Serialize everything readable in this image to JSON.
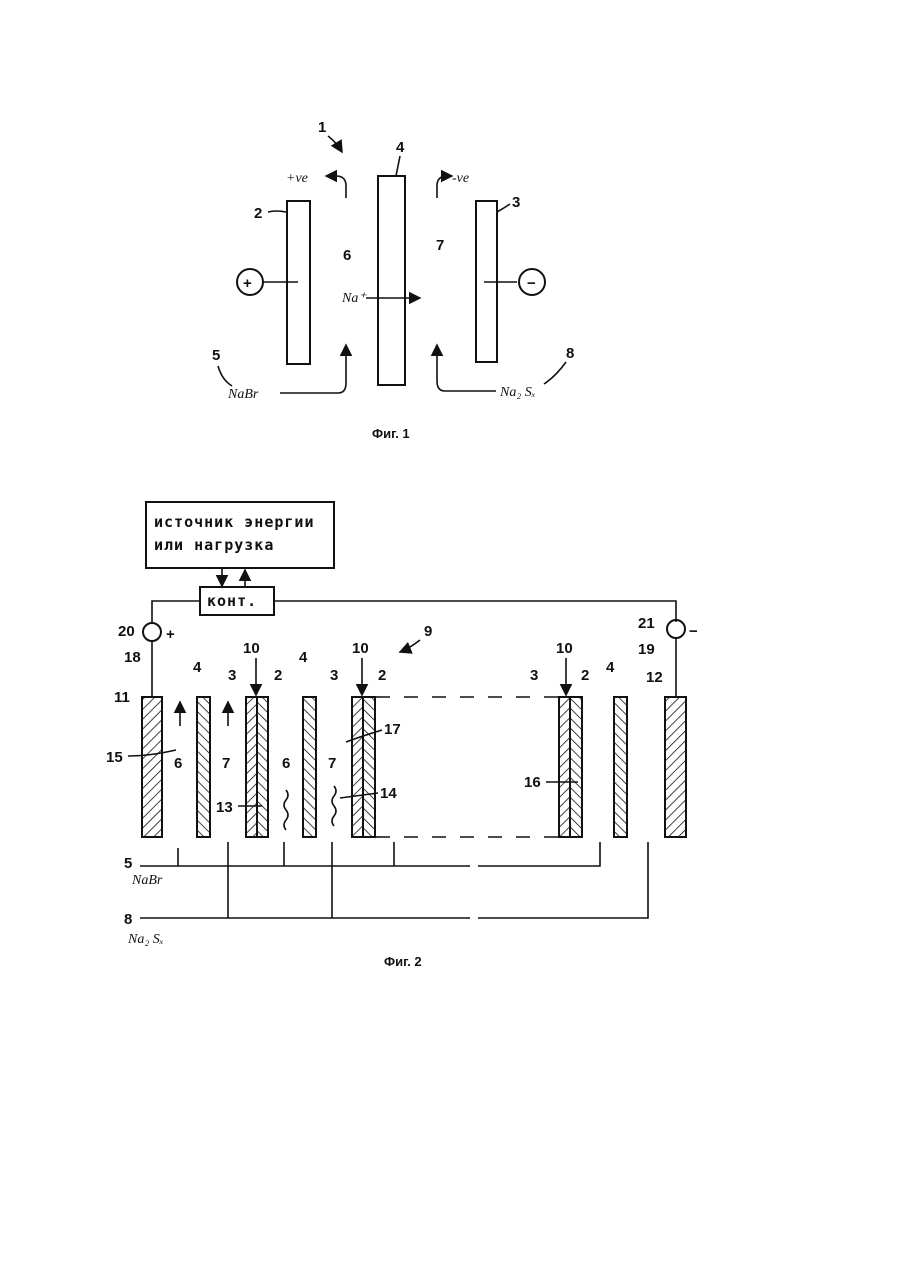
{
  "fig1": {
    "caption": "Фиг. 1",
    "labels": {
      "n1": "1",
      "n2": "2",
      "n3": "3",
      "n4": "4",
      "n5": "5",
      "n6": "6",
      "n7": "7",
      "n8": "8",
      "pos_ve": "+ve",
      "neg_ve": "-ve",
      "plus_sign": "+",
      "minus_sign": "−",
      "na_ion": "Na⁺",
      "nabr": "NaBr",
      "na2sx": "Na₂ Sₓ"
    }
  },
  "fig2": {
    "caption": "Фиг. 2",
    "power_box": {
      "line1": "источник энергии",
      "line2": "или нагрузка"
    },
    "control_box": "конт.",
    "labels": {
      "n20": "20",
      "plus": "+",
      "n21": "21",
      "minus": "−",
      "n18": "18",
      "n19": "19",
      "n9": "9",
      "n11": "11",
      "n12": "12",
      "n15": "15",
      "n16": "16",
      "n17": "17",
      "n13": "13",
      "n14": "14",
      "n5": "5",
      "n8": "8",
      "nabr": "NaBr",
      "na2sx": "Na₂ Sₓ",
      "n4a": "4",
      "n4b": "4",
      "n4c": "4",
      "n10a": "10",
      "n10b": "10",
      "n10c": "10",
      "n3a": "3",
      "n3b": "3",
      "n3c": "3",
      "n2a": "2",
      "n2b": "2",
      "n2c": "2",
      "n6a": "6",
      "n6b": "6",
      "n7a": "7",
      "n7b": "7"
    }
  }
}
